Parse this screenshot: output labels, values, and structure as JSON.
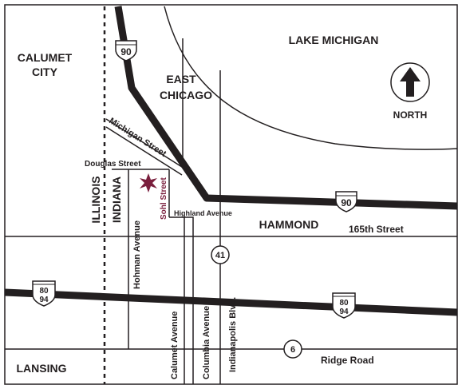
{
  "colors": {
    "ink": "#231f20",
    "accent": "#7a1f3d",
    "background": "#ffffff"
  },
  "places": {
    "lake": "LAKE MICHIGAN",
    "calumet_city_1": "CALUMET",
    "calumet_city_2": "CITY",
    "east_chicago_1": "EAST",
    "east_chicago_2": "CHICAGO",
    "hammond": "HAMMOND",
    "lansing": "LANSING",
    "illinois": "ILLINOIS",
    "indiana": "INDIANA"
  },
  "compass": {
    "label": "NORTH",
    "icon": "north-arrow-icon"
  },
  "streets": {
    "michigan": "Michigan Street",
    "douglas": "Douglas Street",
    "sohl": "Sohl Street",
    "highland": "Highland Avenue",
    "hohman": "Hohman Avenue",
    "calumet": "Calumet Avenue",
    "columbia": "Columbia Avenue",
    "indianapolis": "Indianapolis Blvd.",
    "165th": "165th Street",
    "ridge": "Ridge Road"
  },
  "highways": {
    "i90_top": "90",
    "i90_right": "90",
    "i80_left_a": "80",
    "i80_left_b": "94",
    "i80_right_a": "80",
    "i80_right_b": "94",
    "us41": "41",
    "us6": "6"
  },
  "destination_icon": "star-marker-icon"
}
